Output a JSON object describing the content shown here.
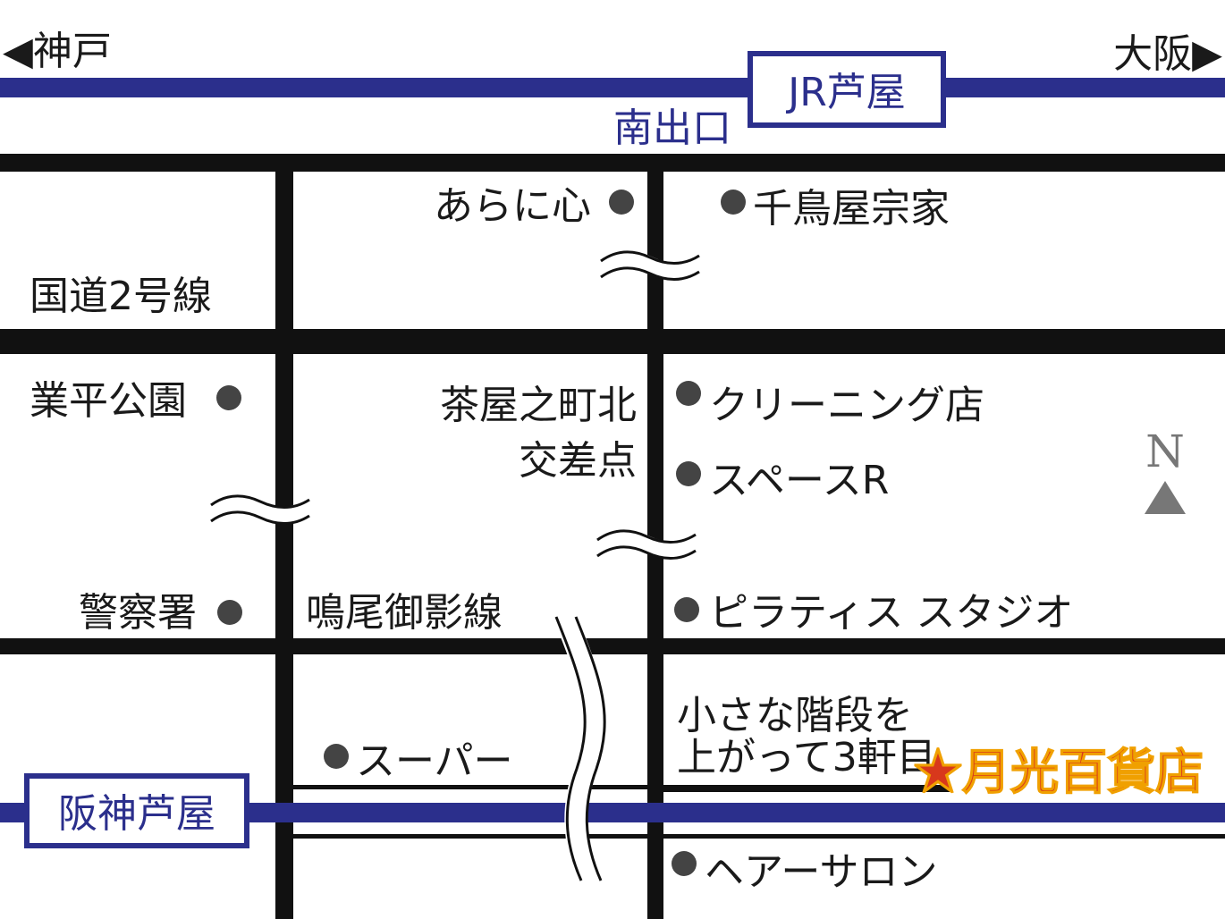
{
  "title": "月光百貨店 周辺地図",
  "stations": {
    "jr": "JR芦屋",
    "jr_exit": "南出口",
    "hanshin": "阪神芦屋"
  },
  "directions": {
    "west": "◀神戸",
    "east": "大阪▶"
  },
  "roads": {
    "route2": "国道2号線",
    "naruo_mikage": "鳴尾御影線",
    "intersection_line1": "茶屋之町北",
    "intersection_line2": "交差点"
  },
  "landmarks": [
    {
      "label": "あらに心"
    },
    {
      "label": "千鳥屋宗家"
    },
    {
      "label": "業平公園"
    },
    {
      "label": "クリーニング店"
    },
    {
      "label": "スペースR"
    },
    {
      "label": "警察署"
    },
    {
      "label": "ピラティス スタジオ"
    },
    {
      "label": "スーパー"
    },
    {
      "label": "ヘアーサロン"
    }
  ],
  "destination": {
    "note_line1": "小さな階段を",
    "note_line2": "上がって3軒目",
    "name": "★月光百貨店",
    "color": "#d8381c"
  },
  "compass": {
    "label": "N"
  },
  "colors": {
    "rail": "#2b2f8c",
    "road": "#111111"
  }
}
